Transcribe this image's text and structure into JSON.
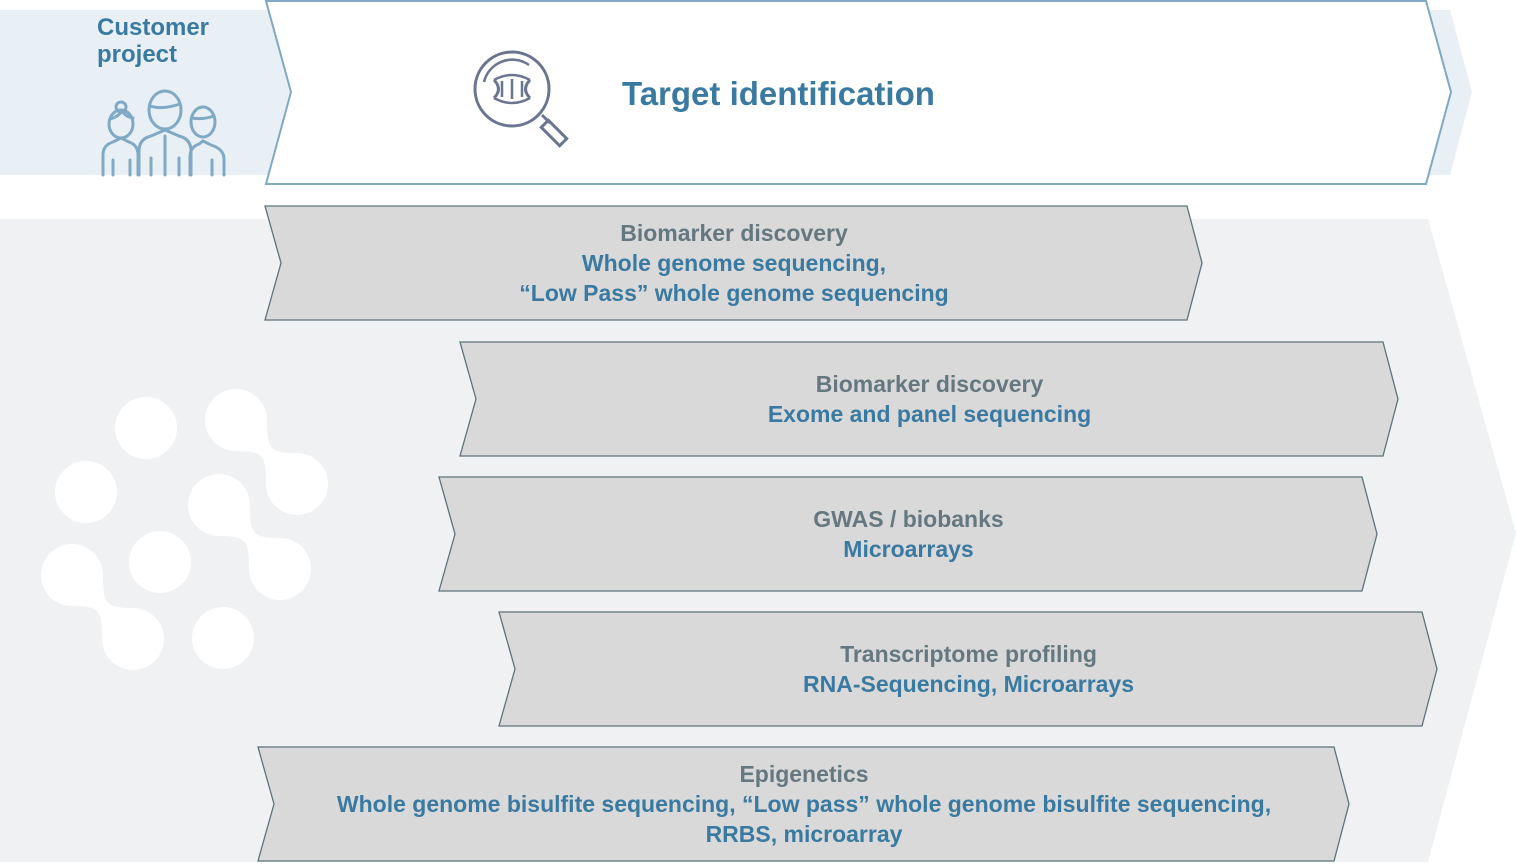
{
  "colors": {
    "accent_blue": "#3a7aa1",
    "icon_blue": "#7fa9c4",
    "category_grey": "#657880",
    "box_fill": "#d9d9d9",
    "box_stroke": "#5e737b",
    "band_light_blue": "#e9f0f5",
    "band_light_grey": "#eff1f3"
  },
  "header": {
    "customer_project": {
      "label_line1": "Customer",
      "label_line2": "project",
      "icon": "people-group-icon"
    },
    "stage": {
      "title": "Target identification",
      "icon": "dna-magnifier-icon"
    }
  },
  "decor": {
    "logo_icon": "molecule-dots-icon"
  },
  "applications": [
    {
      "category": "Biomarker discovery",
      "technology_lines": [
        "Whole genome sequencing,",
        "“Low Pass” whole genome sequencing"
      ]
    },
    {
      "category": "Biomarker discovery",
      "technology_lines": [
        "Exome and panel sequencing"
      ]
    },
    {
      "category": "GWAS / biobanks",
      "technology_lines": [
        "Microarrays"
      ]
    },
    {
      "category": "Transcriptome profiling",
      "technology_lines": [
        "RNA-Sequencing, Microarrays"
      ]
    },
    {
      "category": "Epigenetics",
      "technology_lines": [
        "Whole genome bisulfite sequencing, “Low pass” whole genome bisulfite sequencing,",
        "RRBS, microarray"
      ]
    }
  ]
}
